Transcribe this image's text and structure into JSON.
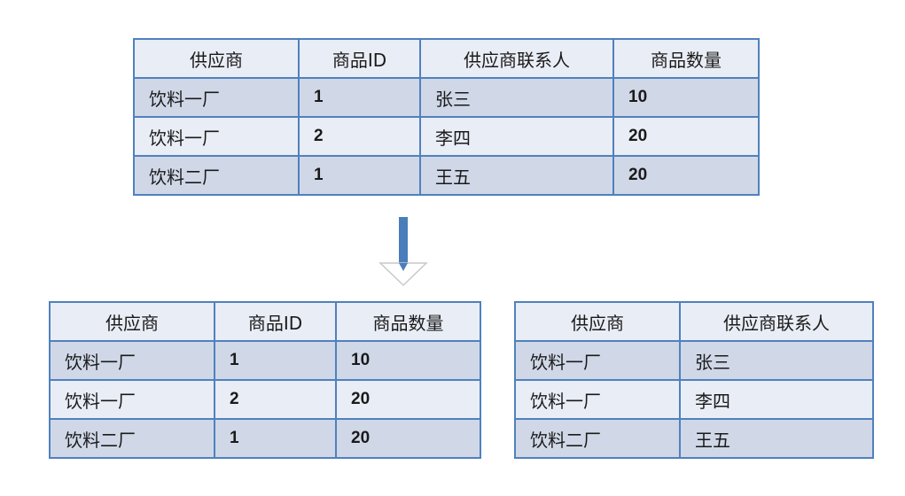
{
  "top_table": {
    "headers": [
      "供应商",
      "商品ID",
      "供应商联系人",
      "商品数量"
    ],
    "rows": [
      [
        "饮料一厂",
        "1",
        "张三",
        "10"
      ],
      [
        "饮料一厂",
        "2",
        "李四",
        "20"
      ],
      [
        "饮料二厂",
        "1",
        "王五",
        "20"
      ]
    ]
  },
  "bottom_left_table": {
    "headers": [
      "供应商",
      "商品ID",
      "商品数量"
    ],
    "rows": [
      [
        "饮料一厂",
        "1",
        "10"
      ],
      [
        "饮料一厂",
        "2",
        "20"
      ],
      [
        "饮料二厂",
        "1",
        "20"
      ]
    ]
  },
  "bottom_right_table": {
    "headers": [
      "供应商",
      "供应商联系人"
    ],
    "rows": [
      [
        "饮料一厂",
        "张三"
      ],
      [
        "饮料一厂",
        "李四"
      ],
      [
        "饮料二厂",
        "王五"
      ]
    ]
  },
  "colors": {
    "border": "#4f81bd",
    "row_dark": "#d0d8e8",
    "row_light": "#e9edf5",
    "arrow": "#4a7ebb"
  },
  "arrow_icon": "down-arrow-icon"
}
